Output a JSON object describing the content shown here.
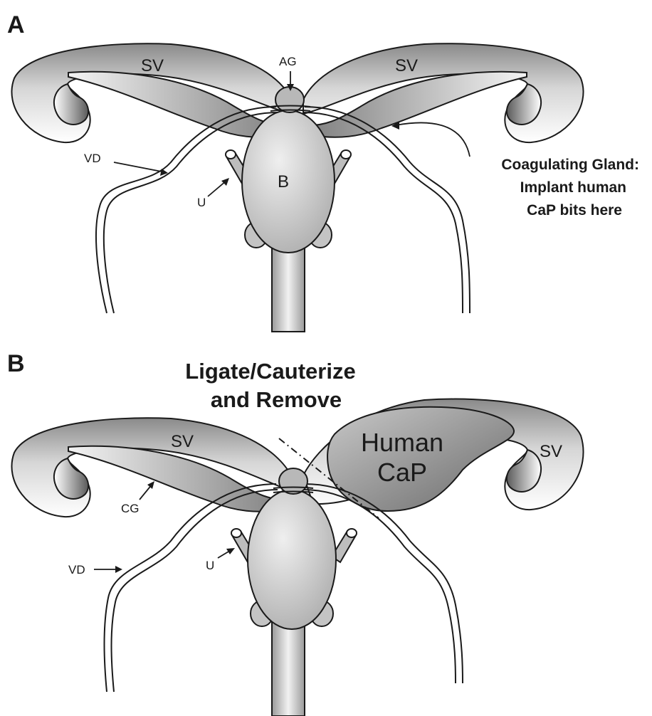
{
  "panel_a": {
    "letter": "A",
    "sv_left": "SV",
    "sv_right": "SV",
    "ag": "AG",
    "vd": "VD",
    "u": "U",
    "b": "B",
    "note_lines": [
      "Coagulating Gland:",
      "Implant human",
      "CaP bits here"
    ]
  },
  "panel_b": {
    "letter": "B",
    "title_lines": [
      "Ligate/Cauterize",
      "and Remove"
    ],
    "sv_left": "SV",
    "sv_right": "SV",
    "cg": "CG",
    "vd": "VD",
    "u": "U",
    "human_cap_lines": [
      "Human",
      "CaP"
    ]
  }
}
